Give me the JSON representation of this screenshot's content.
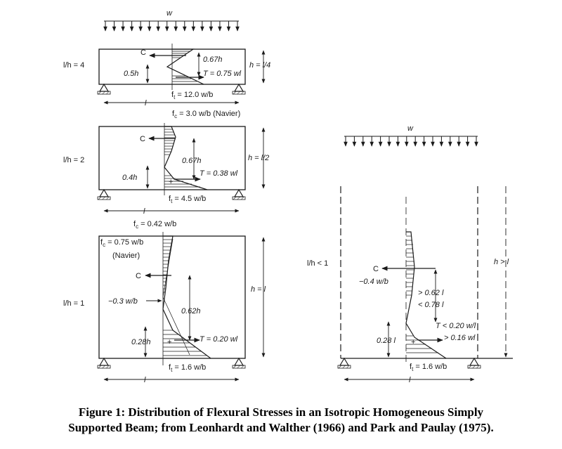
{
  "load_label": "w",
  "panels": {
    "p4": {
      "ratio": "l/h = 4",
      "arm": "0.67h",
      "depth": "h = l/4",
      "comp": "C",
      "tension": "T = 0.75 wl",
      "lever": "0.5h",
      "ft": "f",
      "ft_sub": "t",
      "ft_val": " = 12.0 w/b",
      "span": "l",
      "fc": "f",
      "fc_sub": "c",
      "fc_val": " = 3.0 w/b (Navier)"
    },
    "p2": {
      "ratio": "l/h = 2",
      "comp": "C",
      "arm": "0.67h",
      "depth": "h = l/2",
      "lever": "0.4h",
      "tension": "T = 0.38 wl",
      "plus": "+",
      "ft": "f",
      "ft_sub": "t",
      "ft_val": " = 4.5 w/b",
      "span": "l",
      "fc": "f",
      "fc_sub": "c",
      "fc_val": " = 0.42 w/b"
    },
    "p1": {
      "ratio": "l/h = 1",
      "fc": "f",
      "fc_sub": "c",
      "fc_val": " = 0.75 w/b",
      "navier": "(Navier)",
      "comp": "C",
      "depth": "h = l",
      "mid_stress": "−0.3 w/b",
      "arm": "0.62h",
      "lever": "0.28h",
      "plus": "+",
      "tension": "T = 0.20 wl",
      "ft": "f",
      "ft_sub": "t",
      "ft_val": " = 1.6 w/b",
      "span": "l"
    },
    "p0": {
      "ratio": "l/h < 1",
      "depth": "h > l",
      "comp": "C",
      "comp_stress": "−0.4 w/b",
      "arm_min": "> 0.62 l",
      "arm_max": "< 0.78 l",
      "tension_max": "T < 0.20 w/l",
      "tension_min": "> 0.16 wl",
      "lever": "0.28 l",
      "plus": "+",
      "ft": "f",
      "ft_sub": "t",
      "ft_val": " = 1.6 w/b",
      "span": "l"
    }
  },
  "caption": {
    "line1": "Figure 1: Distribution of Flexural Stresses in an Isotropic Homogeneous Simply",
    "line2": "Supported Beam; from Leonhardt and Walther (1966) and Park and Paulay (1975)."
  }
}
